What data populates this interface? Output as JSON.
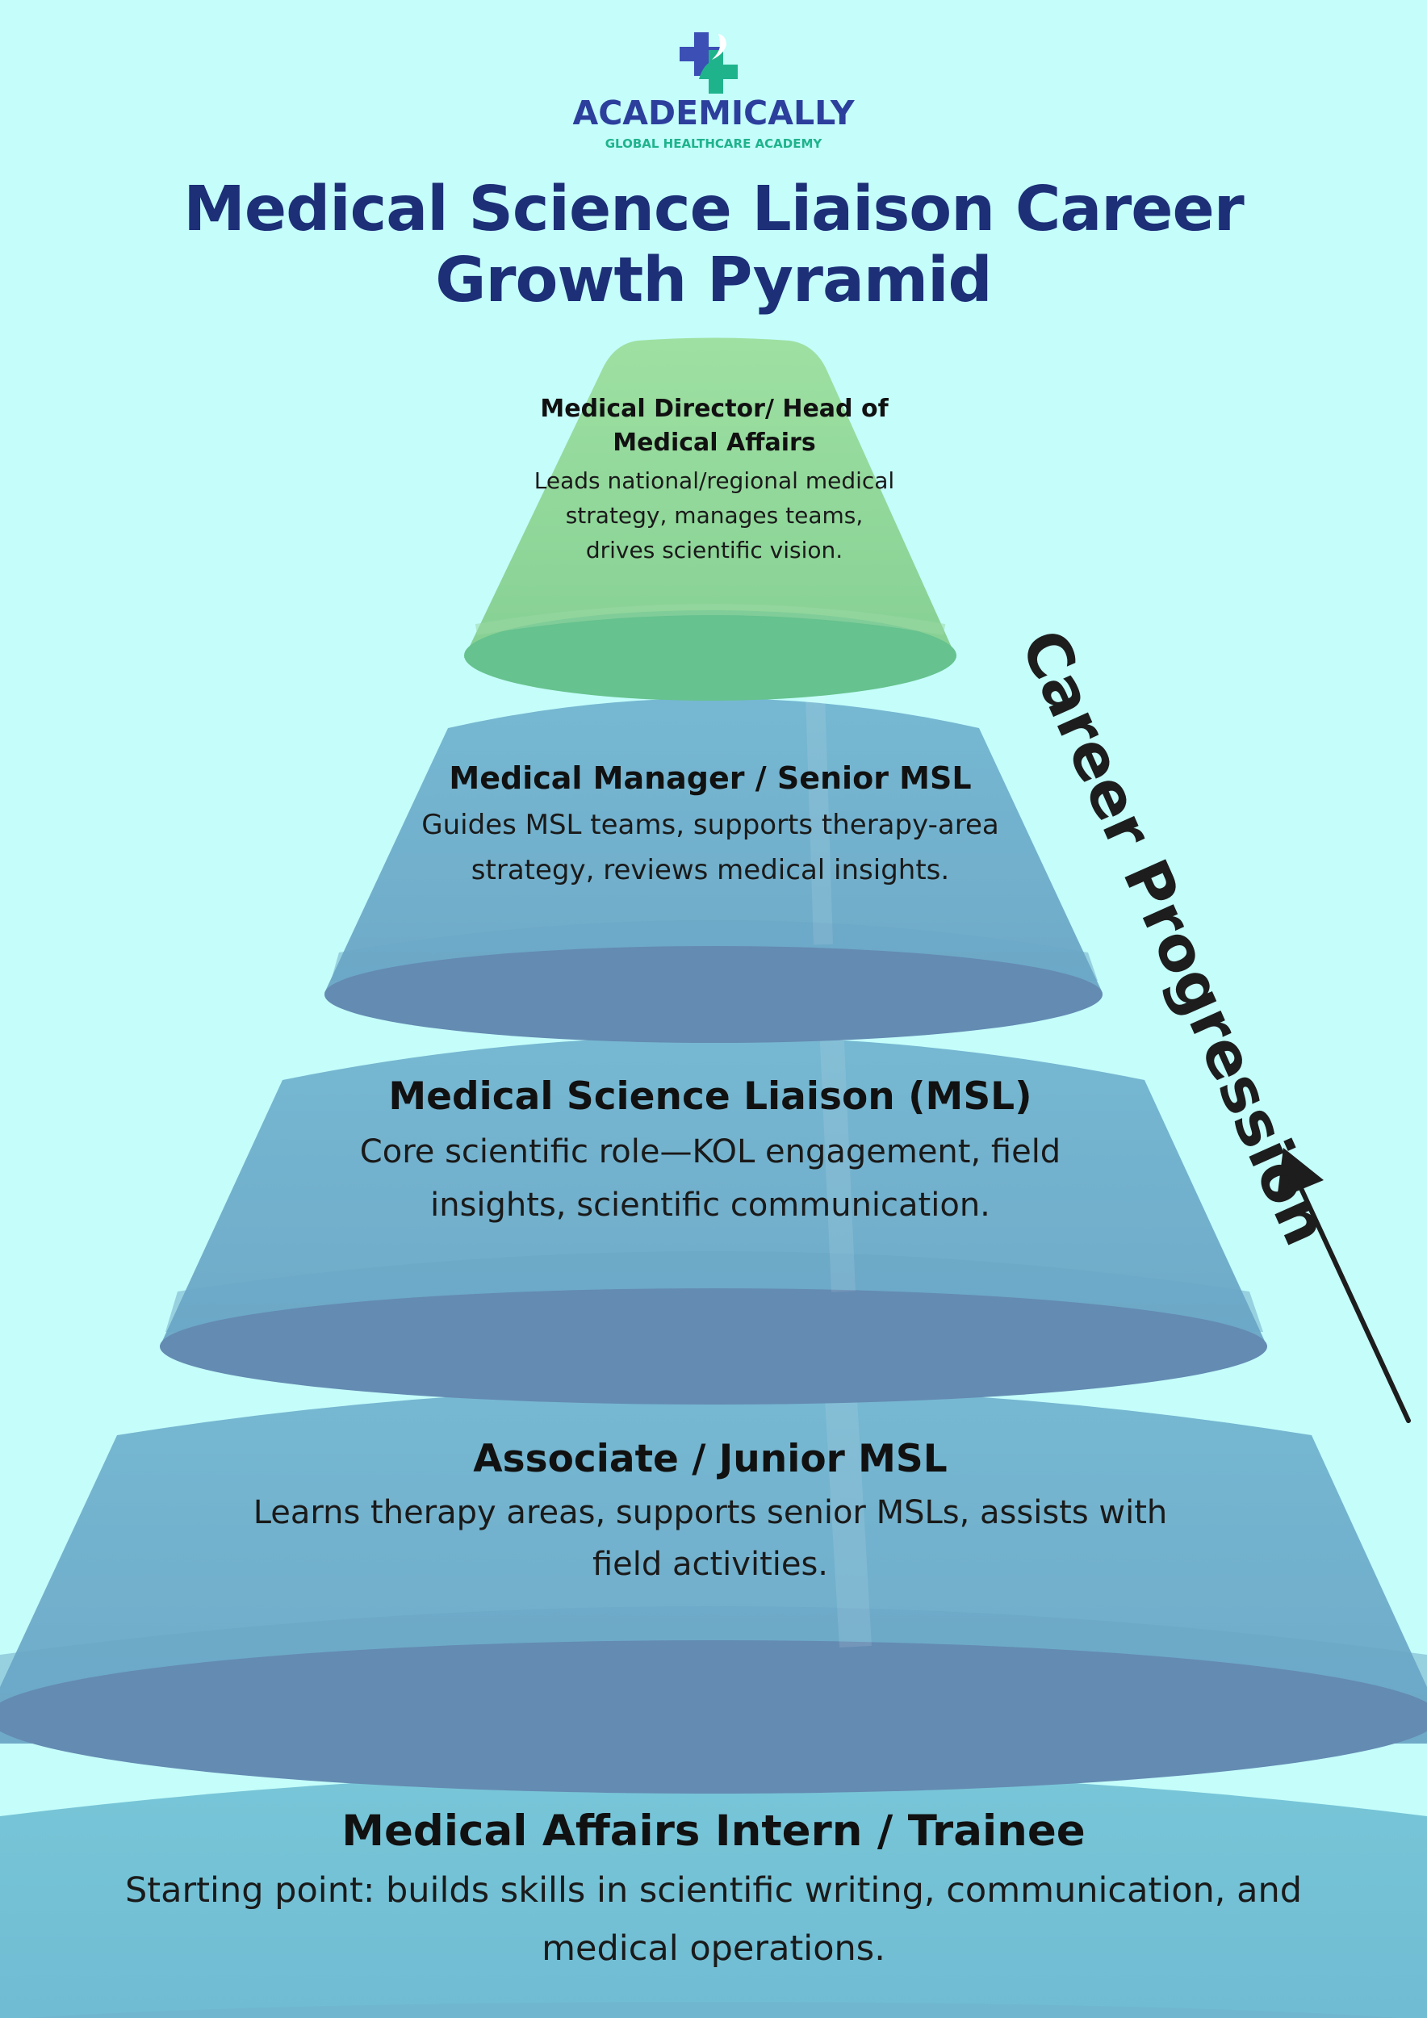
{
  "brand": {
    "name": "ACADEMICALLY",
    "tagline": "GLOBAL HEALTHCARE ACADEMY",
    "logo_icon": "medical-cross-hand-icon",
    "colors": {
      "primary": "#2c3f9c",
      "secondary": "#1fb38c"
    }
  },
  "title": "Medical Science Liaison Career Growth Pyramid",
  "progression": {
    "label": "Career Progression",
    "arrow_icon": "up-arrow-icon",
    "color": "#1d1d1d"
  },
  "tiers": [
    {
      "title": "Medical Director/ Head of Medical Affairs",
      "description": "Leads national/regional medical strategy, manages teams, drives scientific vision.",
      "color": "#8fd898"
    },
    {
      "title": "Medical Manager / Senior MSL",
      "description": "Guides MSL teams, supports therapy-area strategy, reviews medical insights.",
      "color": "#72b3cd"
    },
    {
      "title": "Medical Science Liaison (MSL)",
      "description": "Core scientific role—KOL engagement, field insights, scientific communication.",
      "color": "#72b3cd"
    },
    {
      "title": "Associate / Junior MSL",
      "description": "Learns therapy areas, supports senior MSLs, assists with field activities.",
      "color": "#72b3cd"
    },
    {
      "title": "Medical Affairs Intern / Trainee",
      "description": "Starting point: builds skills in scientific writing, communication, and medical operations.",
      "color": "#76c2d4"
    }
  ],
  "background_color": "#c4fdfa",
  "title_color": "#1c2f77"
}
